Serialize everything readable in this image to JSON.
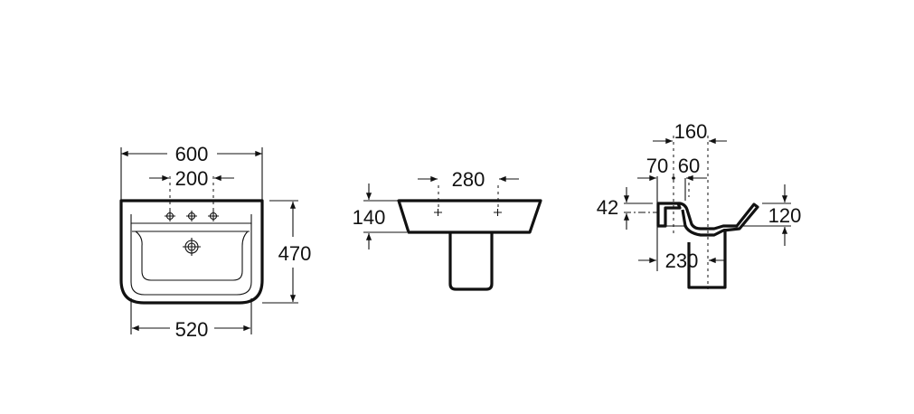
{
  "front_view": {
    "width_overall": "600",
    "tap_spacing": "200",
    "depth": "470",
    "width_inner": "520"
  },
  "elevation_view": {
    "tap_spacing": "280",
    "height": "140"
  },
  "side_view": {
    "offset_top": "160",
    "offset_left": "70",
    "offset_mid": "60",
    "rim_height": "42",
    "bowl_height": "120",
    "pedestal_offset": "230"
  }
}
